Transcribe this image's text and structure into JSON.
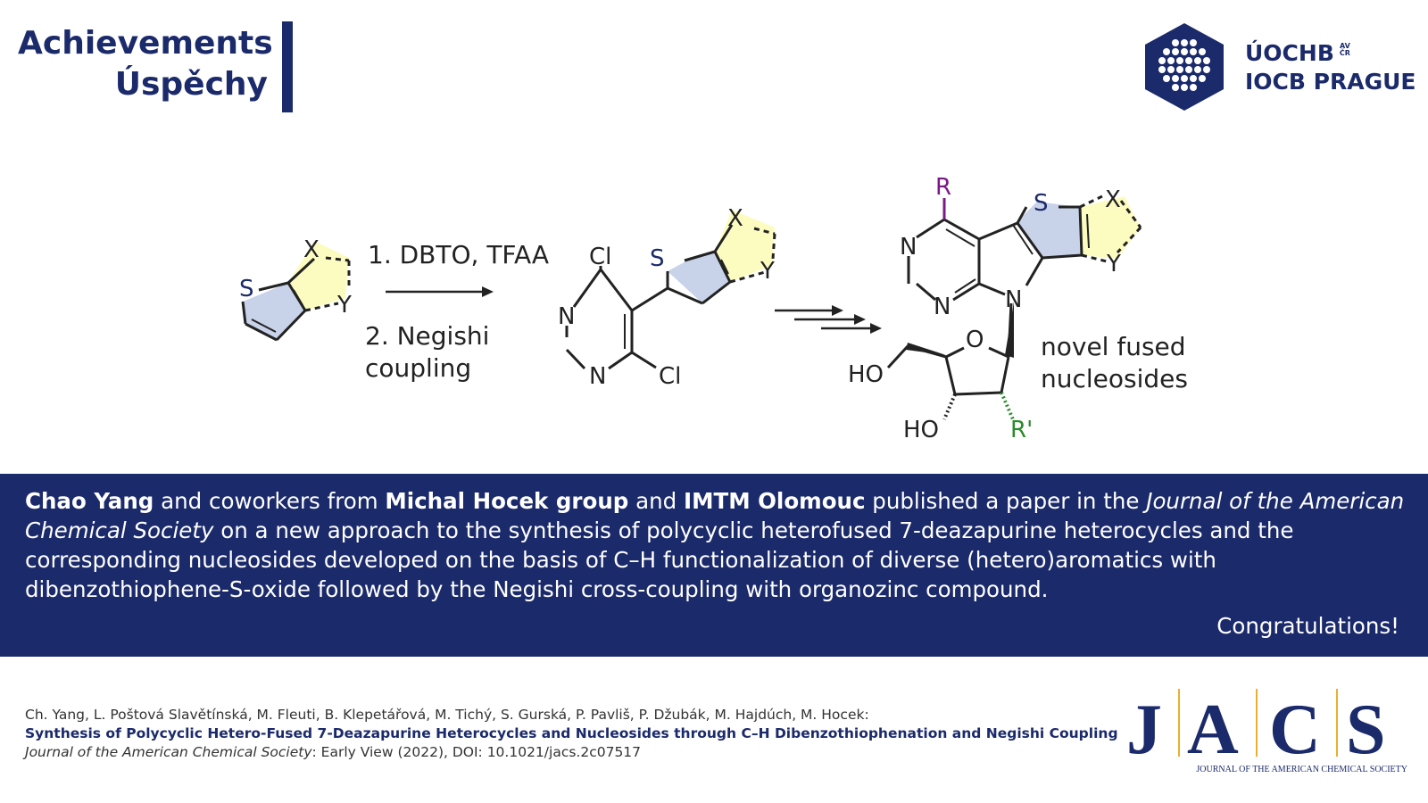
{
  "header": {
    "title_en": "Achievements",
    "title_cz": "Úspěchy"
  },
  "logo": {
    "line1": "ÚOCHB",
    "line1_sup_top": "AV",
    "line1_sup_bottom": "ČR",
    "line2": "IOCB PRAGUE"
  },
  "scheme": {
    "reagent_step1": "1. DBTO, TFAA",
    "reagent_step2_line1": "2. Negishi",
    "reagent_step2_line2": "coupling",
    "product_label_line1": "novel fused",
    "product_label_line2": "nucleosides",
    "atoms": {
      "S": "S",
      "X": "X",
      "Y": "Y",
      "N": "N",
      "Cl": "Cl",
      "R": "R",
      "R_prime": "R'",
      "O": "O",
      "HO": "HO"
    },
    "colors": {
      "thiophene_fill": "#c8d2e8",
      "ring_yellow": "#fdfcc0",
      "bond": "#222222",
      "sulfur": "#1b2a6b",
      "r_group": "#7b1a86",
      "r_prime_group": "#2a8a2a"
    }
  },
  "summary": {
    "author": "Chao Yang",
    "t1": " and coworkers from ",
    "group": "Michal Hocek group",
    "t2": " and ",
    "inst": "IMTM Olomouc",
    "t3": " published a paper in the ",
    "journal": "Journal of the American Chemical Society",
    "t4": " on a new approach to the synthesis of polycyclic heterofused 7-deazapurine heterocycles and the corresponding nucleosides developed on the basis of C–H functionalization of diverse (hetero)aromatics with dibenzothiophene-S-oxide followed by the Negishi cross-coupling with organozinc compound.",
    "congrats": "Congratulations!"
  },
  "citation": {
    "authors": "Ch. Yang, L. Poštová Slavětínská, M. Fleuti, B. Klepetářová, M. Tichý, S. Gurská, P. Pavliš, P. Džubák, M. Hajdúch, M. Hocek:",
    "title": "Synthesis of Polycyclic Hetero-Fused 7-Deazapurine Heterocycles and Nucleosides through C–H Dibenzothiophenation and Negishi Coupling",
    "journal": "Journal of the American Chemical Society",
    "details": ": Early View (2022), DOI: 10.1021/jacs.2c07517"
  },
  "jacs_logo": {
    "letters": [
      "J",
      "A",
      "C",
      "S"
    ],
    "subtitle": "JOURNAL OF THE AMERICAN CHEMICAL SOCIETY",
    "color": "#1b2a6b",
    "divider_color": "#e8b030"
  }
}
